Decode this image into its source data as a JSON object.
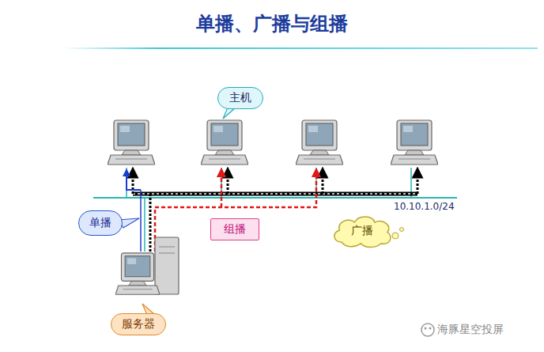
{
  "diagram": {
    "title": "单播、广播与组播",
    "nodes": [
      {
        "text": [
          "主机"
        ]
      },
      {
        "text": [
          "单播"
        ]
      },
      {
        "text": [
          "组播"
        ]
      },
      {
        "text": [
          "广播"
        ]
      },
      {
        "text": [
          "服务器"
        ]
      }
    ],
    "labels": [
      "10.10.1.0/24",
      "海豚星空投屏"
    ]
  }
}
